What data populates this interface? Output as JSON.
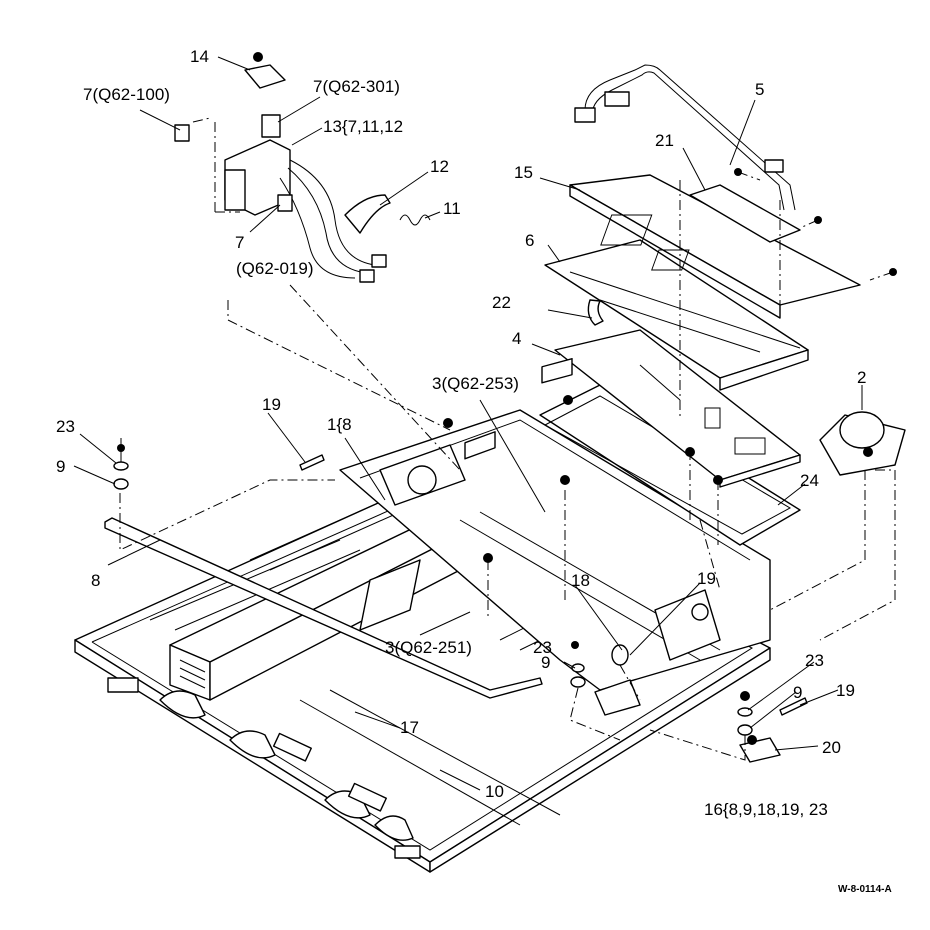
{
  "diagram": {
    "document_id": "W-8-0114-A",
    "callouts": {
      "c14": "14",
      "c7_q62_100": "7(Q62-100)",
      "c7_q62_301": "7(Q62-301)",
      "c13": "13{7,11,12",
      "c12": "12",
      "c11": "11",
      "c7": "7",
      "c7_q62_019": "(Q62-019)",
      "c5": "5",
      "c21": "21",
      "c15": "15",
      "c6": "6",
      "c22": "22",
      "c4": "4",
      "c3_q62_253": "3(Q62-253)",
      "c2": "2",
      "c19_left": "19",
      "c1": "1{8",
      "c23_left": "23",
      "c9_left": "9",
      "c24": "24",
      "c8": "8",
      "c18": "18",
      "c19_mid": "19",
      "c3_q62_251": "3(Q62-251)",
      "c23_mid": "23",
      "c9_mid": "9",
      "c23_right": "23",
      "c9_right": "9",
      "c19_right": "19",
      "c20": "20",
      "c17": "17",
      "c10": "10",
      "c16": "16{8,9,18,19, 23"
    }
  }
}
